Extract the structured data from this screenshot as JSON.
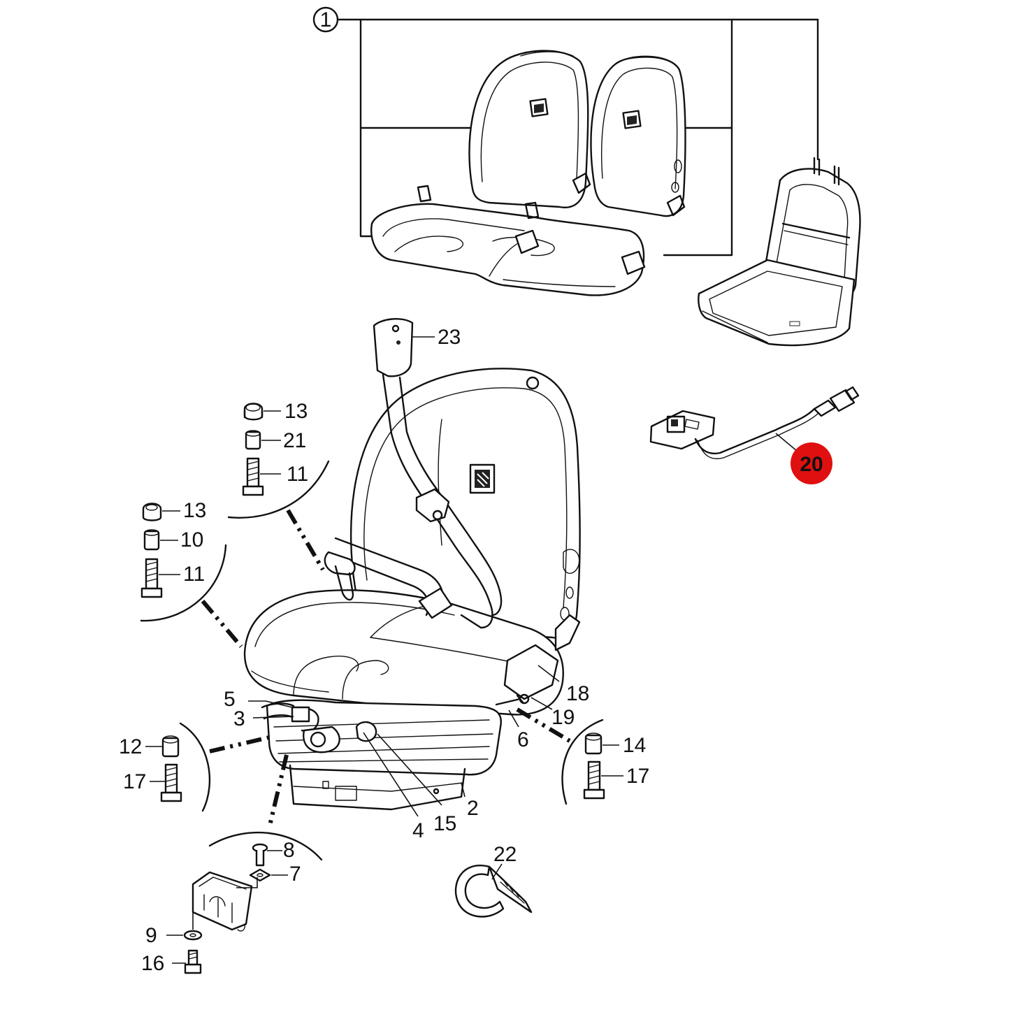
{
  "diagram": {
    "accent_color": "#e01010",
    "highlighted_part": "20",
    "callouts": {
      "c1": "1",
      "c2": "2",
      "c3": "3",
      "c4": "4",
      "c5": "5",
      "c6": "6",
      "c7": "7",
      "c8": "8",
      "c9": "9",
      "c10": "10",
      "c11a": "11",
      "c11b": "11",
      "c12": "12",
      "c13a": "13",
      "c13b": "13",
      "c14": "14",
      "c15": "15",
      "c16": "16",
      "c17a": "17",
      "c17b": "17",
      "c18": "18",
      "c19": "19",
      "c20": "20",
      "c21": "21",
      "c22": "22",
      "c23": "23"
    }
  }
}
